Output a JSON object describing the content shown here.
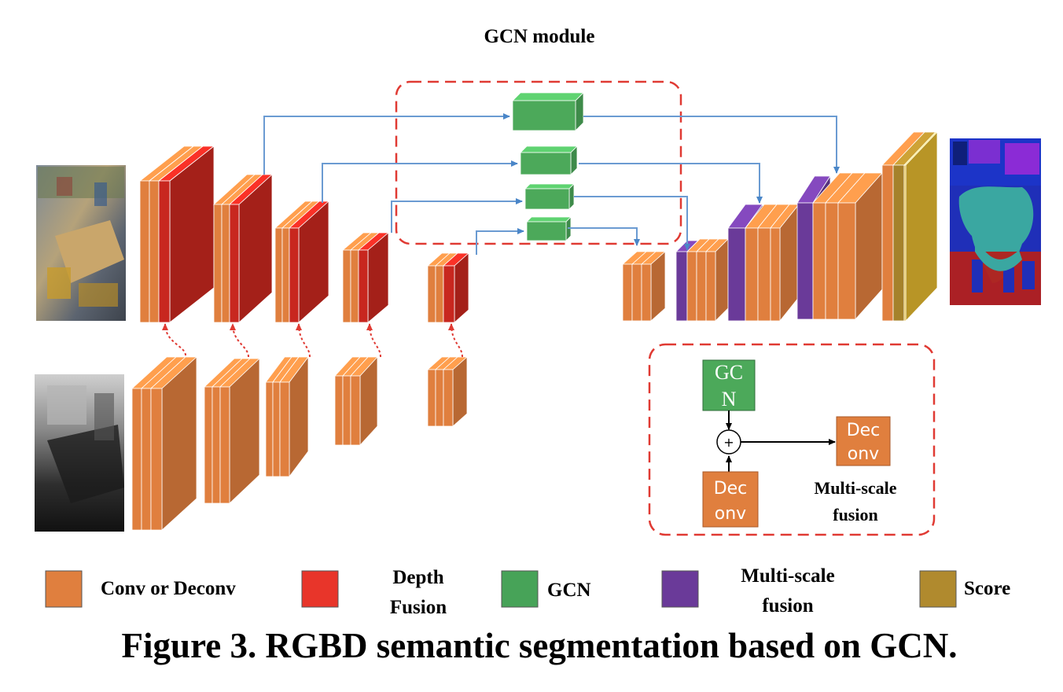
{
  "title": "GCN module",
  "caption": "Figure 3. RGBD semantic segmentation based on GCN.",
  "inset": {
    "gcn_label": [
      "GC",
      "N"
    ],
    "deconv_label": [
      "Dec",
      "onv"
    ],
    "output_label": [
      "Dec",
      "onv"
    ],
    "plus": "+",
    "fusion_label": [
      "Multi-scale",
      "fusion"
    ]
  },
  "legend": [
    {
      "key": "conv",
      "label_lines": [
        "Conv or Deconv"
      ],
      "color": "#E07F3E"
    },
    {
      "key": "depth",
      "label_lines": [
        "Depth",
        "Fusion"
      ],
      "color": "#E8352A"
    },
    {
      "key": "gcn",
      "label_lines": [
        "GCN"
      ],
      "color": "#47A358"
    },
    {
      "key": "msf",
      "label_lines": [
        "Multi-scale",
        "fusion"
      ],
      "color": "#6A3A99"
    },
    {
      "key": "score",
      "label_lines": [
        "Score"
      ],
      "color": "#B08A2E"
    }
  ],
  "colors": {
    "conv": "#E07F3E",
    "depth": "#C8271F",
    "gcn": "#4CA95A",
    "msf": "#6A3A99",
    "score": "#A5822B",
    "arrow": "#6B9BD2",
    "dash": "#E03A33"
  }
}
